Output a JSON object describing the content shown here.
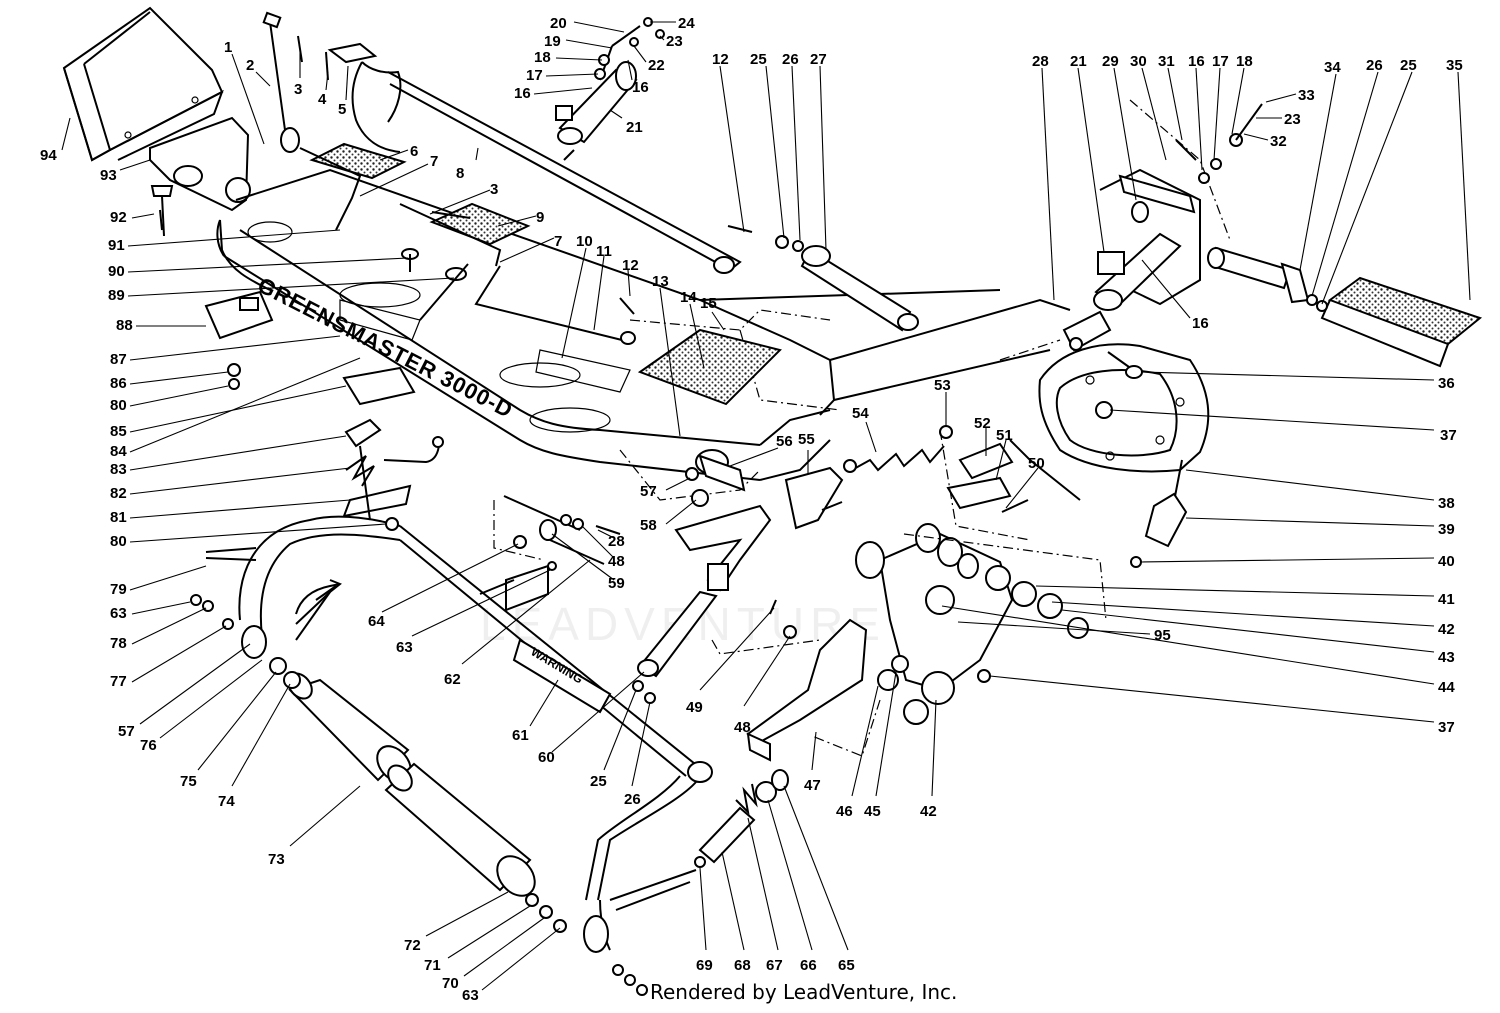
{
  "diagram": {
    "decal_text": "GREENSMASTER 3000-D",
    "warning_label": "WARNING",
    "watermark": "LEADVENTURE",
    "footer": "Rendered by LeadVenture, Inc.",
    "callouts": {
      "c94": "94",
      "c93": "93",
      "c92": "92",
      "c91": "91",
      "c90": "90",
      "c89": "89",
      "c88": "88",
      "c87": "87",
      "c86": "86",
      "c80a": "80",
      "c85": "85",
      "c84": "84",
      "c83": "83",
      "c82": "82",
      "c81": "81",
      "c80b": "80",
      "c79": "79",
      "c63a": "63",
      "c78": "78",
      "c77": "77",
      "c57a": "57",
      "c76": "76",
      "c75": "75",
      "c74": "74",
      "c73": "73",
      "c72": "72",
      "c71": "71",
      "c70": "70",
      "c63b": "63",
      "c1": "1",
      "c2": "2",
      "c3a": "3",
      "c4": "4",
      "c5": "5",
      "c6": "6",
      "c7a": "7",
      "c8": "8",
      "c3b": "3",
      "c9": "9",
      "c7b": "7",
      "c10": "10",
      "c11": "11",
      "c12a": "12",
      "c13": "13",
      "c14": "14",
      "c15": "15",
      "c20": "20",
      "c19": "19",
      "c18a": "18",
      "c17a": "17",
      "c16a": "16",
      "c24": "24",
      "c23a": "23",
      "c22": "22",
      "c16b": "16",
      "c21a": "21",
      "c12b": "12",
      "c25a": "25",
      "c26a": "26",
      "c27": "27",
      "c28a": "28",
      "c21b": "21",
      "c29": "29",
      "c30": "30",
      "c31": "31",
      "c16c": "16",
      "c17b": "17",
      "c18b": "18",
      "c33": "33",
      "c23b": "23",
      "c32": "32",
      "c34": "34",
      "c26b": "26",
      "c25b": "25",
      "c35": "35",
      "c16d": "16",
      "c36": "36",
      "c37a": "37",
      "c38": "38",
      "c39": "39",
      "c40": "40",
      "c41": "41",
      "c42a": "42",
      "c43": "43",
      "c44": "44",
      "c37b": "37",
      "c95": "95",
      "c53": "53",
      "c54": "54",
      "c52": "52",
      "c51": "51",
      "c50": "50",
      "c56": "56",
      "c55": "55",
      "c57b": "57",
      "c58": "58",
      "c28b": "28",
      "c48a": "48",
      "c59": "59",
      "c64": "64",
      "c63c": "63",
      "c62": "62",
      "c61": "61",
      "c60": "60",
      "c25c": "25",
      "c26c": "26",
      "c49": "49",
      "c48b": "48",
      "c47": "47",
      "c46": "46",
      "c45": "45",
      "c42b": "42",
      "c69": "69",
      "c68": "68",
      "c67": "67",
      "c66": "66",
      "c65": "65"
    }
  }
}
